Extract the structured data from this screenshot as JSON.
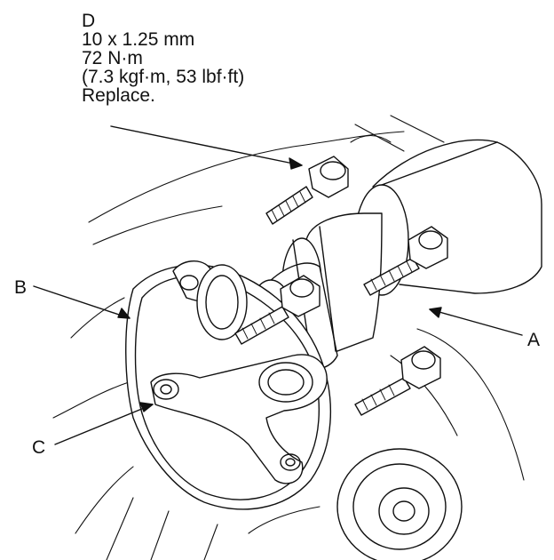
{
  "callouts": {
    "a": "A",
    "b": "B",
    "c": "C"
  },
  "spec": {
    "label": "D",
    "thread": "10 x 1.25 mm",
    "torque_nm": "72 N·m",
    "torque_alt": "(7.3 kgf·m, 53 lbf·ft)",
    "note": "Replace."
  },
  "colors": {
    "ink": "#111111",
    "fill": "#ffffff"
  }
}
